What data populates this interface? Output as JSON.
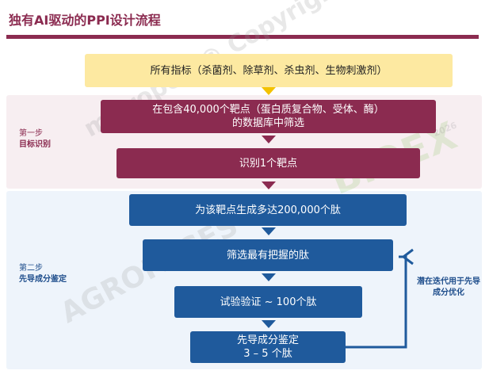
{
  "title": "独有AI驱动的PPI设计流程",
  "steps": [
    {
      "number": "第一步",
      "name": "目标识别"
    },
    {
      "number": "第二步",
      "name": "先导成分鉴定"
    }
  ],
  "flow": {
    "all_indicators": "所有指标（杀菌剂、除草剂、杀虫剂、生物刺激剂）",
    "screen_db_line1": "在包含40,000个靶点（蛋白质复合物、受体、酶）",
    "screen_db_line2": "的数据库中筛选",
    "identify_target": "识别1个靶点",
    "generate_peptides": "为该靶点生成多达200,000个肽",
    "select_promising": "筛选最有把握的肽",
    "test_validate": "试验验证 ~ 100个肽",
    "lead_id_line1": "先导成分鉴定",
    "lead_id_line2": "3 – 5 个肽"
  },
  "loop_label": "潜在迭代用于先导成分优化",
  "watermarks": {
    "copyright": "micropep © Copyright",
    "agropages": "AGROPAGES",
    "bioex": "BIOEX",
    "year": "2026"
  },
  "colors": {
    "maroon": "#8b2b50",
    "blue": "#1f5a9c",
    "yellow": "#fde9a1",
    "arrow_yellow": "#f3c200"
  }
}
